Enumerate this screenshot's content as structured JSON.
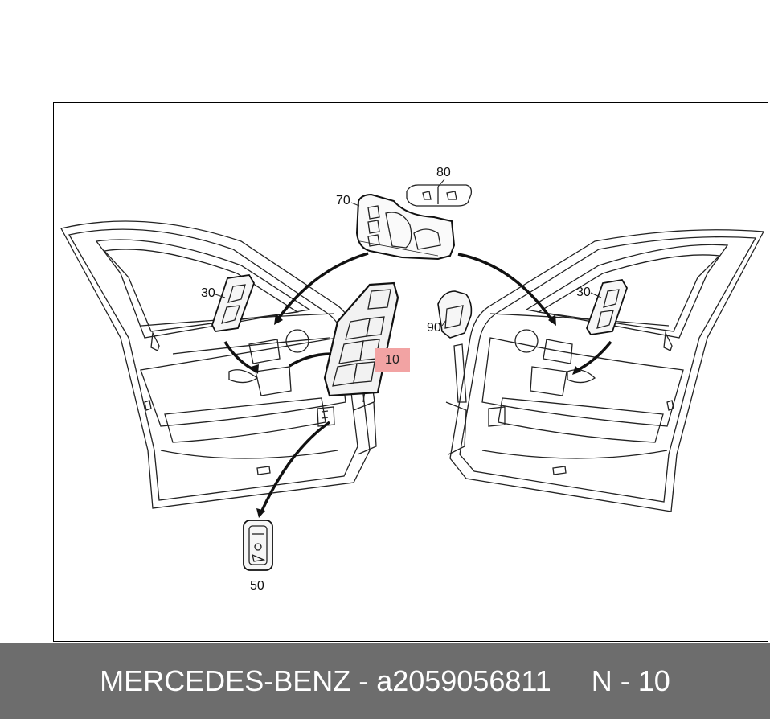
{
  "callouts": {
    "c80": "80",
    "c70": "70",
    "c30_left": "30",
    "c30_right": "30",
    "c90": "90",
    "c10": "10",
    "c50": "50"
  },
  "footer": {
    "brand": "MERCEDES-BENZ",
    "dash": " - ",
    "part_number": "a2059056811",
    "position": "N - 10"
  },
  "colors": {
    "footer_bg": "#6d6d6d",
    "highlight": "#f2a3a3"
  }
}
